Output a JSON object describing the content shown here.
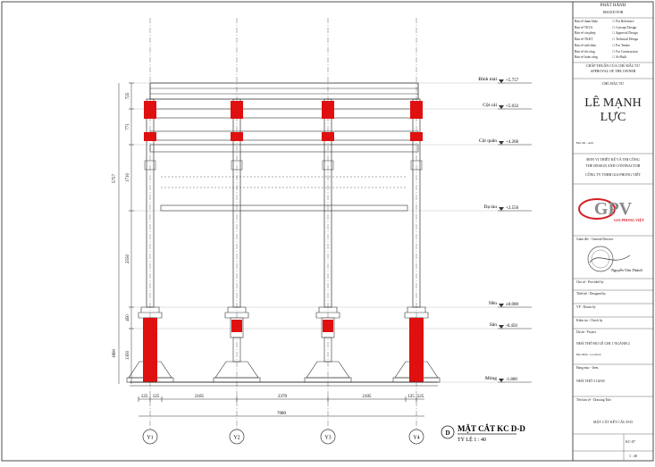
{
  "drawing": {
    "title": "MẶT CẮT KC D-D",
    "scale": "TỶ LỆ 1 : 40",
    "marker": "D",
    "levels": [
      {
        "label": "Đỉnh mái",
        "value": "+5.757"
      },
      {
        "label": "Cột cái",
        "value": "+5.032"
      },
      {
        "label": "Cột quân",
        "value": "+4.260"
      },
      {
        "label": "Dạ tàu",
        "value": "+2.550"
      },
      {
        "label": "Nền",
        "value": "±0.000"
      },
      {
        "label": "Sân",
        "value": "-0.450"
      },
      {
        "label": "Móng",
        "value": "-1.800"
      }
    ],
    "vertical_dims": [
      "725",
      "771",
      "1710",
      "2550",
      "450",
      "1350"
    ],
    "vertical_totals": [
      "5757",
      "1800"
    ],
    "horizontal_dims": [
      "125",
      "125",
      "2105",
      "2370",
      "2105",
      "125",
      "125"
    ],
    "overall_width": "7080",
    "grid_axes": [
      "Y1",
      "Y2",
      "Y3",
      "Y4"
    ]
  },
  "title_block": {
    "issue_header": "PHÁT HÀNH",
    "issue_header_en": "ISSUED FOR",
    "issue_rows": [
      {
        "left": "Bản vẽ tham khảo",
        "right": "For Reference"
      },
      {
        "left": "Bản vẽ TKCS",
        "right": "Concept Design"
      },
      {
        "left": "Bản vẽ xin phép",
        "right": "Approval Design"
      },
      {
        "left": "Bản vẽ TKKT",
        "right": "Technical Design"
      },
      {
        "left": "Bản vẽ mời thầu",
        "right": "For Tender"
      },
      {
        "left": "Bản vẽ thi công",
        "right": "For Construction"
      },
      {
        "left": "Bản vẽ hoàn công",
        "right": "As-Built"
      }
    ],
    "approval": "CHẤP THUẬN CỦA CHỦ ĐẦU TƯ",
    "approval_en": "APPROVAL OF THE OWNER",
    "owner_label": "CHỦ ĐẦU TƯ",
    "owner_name_1": "LÊ MẠNH",
    "owner_name_2": "LỰC",
    "owner_address": "Địa chỉ - Add",
    "designer_label": "ĐƠN VỊ THIẾT KẾ VÀ THI CÔNG",
    "designer_label_en": "THE DESIGN AND CONTRACTOR",
    "company": "CÔNG TY TNHH GIA PHONG VIỆT",
    "logo_text": "GPV",
    "logo_sub": "GIA PHONG VIỆT",
    "director_label": "Giám đốc - General Director",
    "signature": "Nguyễn Văn Thành",
    "host_label": "Chủ trì - Provided by",
    "designer_row": "Thiết kế - Designed by",
    "drawn_row": "VP - Drawn by",
    "check_row": "Kiểm tra - Check by",
    "project_label": "Dự án - Project",
    "project_name": "NHÀ THỜ HỌ LÊ CHI 1 NGÀNH 2",
    "location_label": "Địa điểm - Location",
    "item_label": "Hạng mục - Item",
    "item_name": "NHÀ THỜ 3 GIAN",
    "sheet_title_label": "Tên bản vẽ - Drawing Title",
    "sheet_title": "MẶT CẮT KẾT CẤU D-D",
    "sheet_no": "KC-07",
    "sheet_scale": "1 : 40"
  },
  "colors": {
    "accent_red": "#e01010",
    "line": "#333333",
    "logo_red": "#d41f26",
    "logo_gray": "#8a8a8a"
  }
}
